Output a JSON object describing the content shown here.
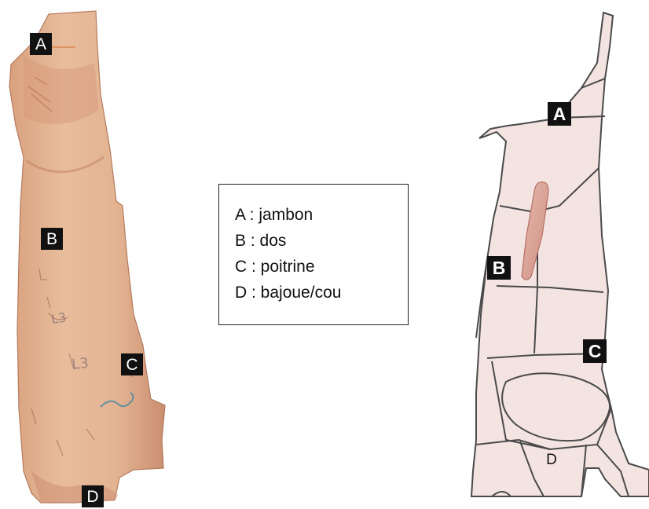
{
  "photo": {
    "markers": [
      "A",
      "B",
      "C",
      "D"
    ]
  },
  "legend": {
    "lines": [
      "A : jambon",
      "B : dos",
      "C : poitrine",
      "D : bajoue/cou"
    ]
  },
  "diagram": {
    "markers": [
      "A",
      "B",
      "C"
    ],
    "plain_label": "D"
  },
  "colors": {
    "meat_light": "#e9c0a0",
    "meat_mid": "#d9a17e",
    "meat_dark": "#b8755a",
    "diagram_fill": "#f3e4e1",
    "diagram_stroke": "#4a4a4a",
    "marker_bg": "#111111",
    "marker_text": "#ffffff"
  }
}
